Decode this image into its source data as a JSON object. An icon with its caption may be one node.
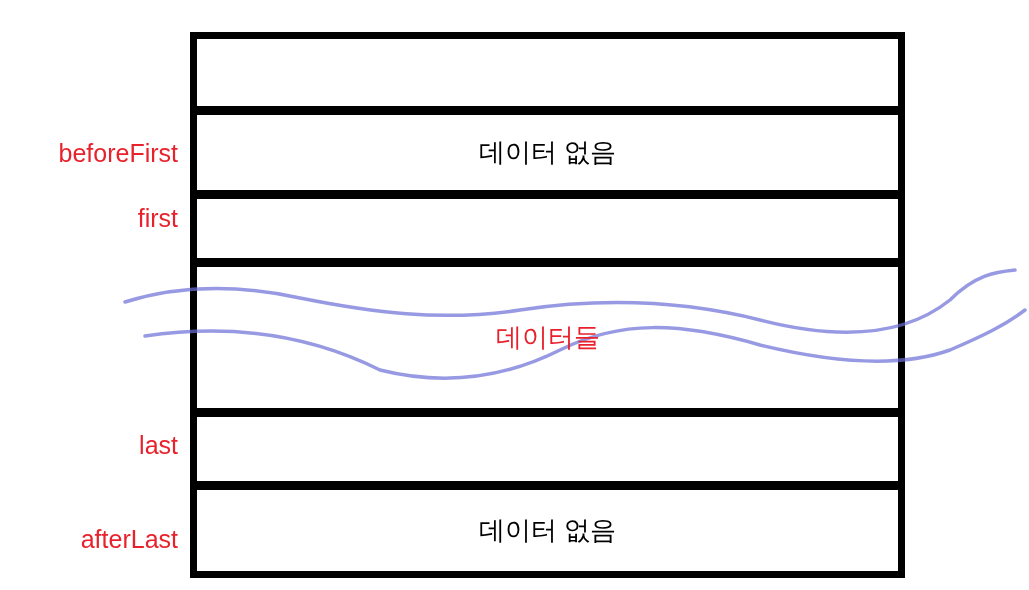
{
  "diagram": {
    "nodes": [
      {
        "text": [],
        "shape": "box"
      },
      {
        "text": [
          "데이터 없음"
        ]
      },
      {
        "text": [],
        "shape": "box"
      },
      {
        "text": [
          "데이터들"
        ]
      },
      {
        "text": [],
        "shape": "box"
      },
      {
        "text": [
          "데이터 없음"
        ]
      }
    ],
    "edges": [],
    "labels": [
      "beforeFirst",
      "first",
      "last",
      "afterLast"
    ]
  }
}
